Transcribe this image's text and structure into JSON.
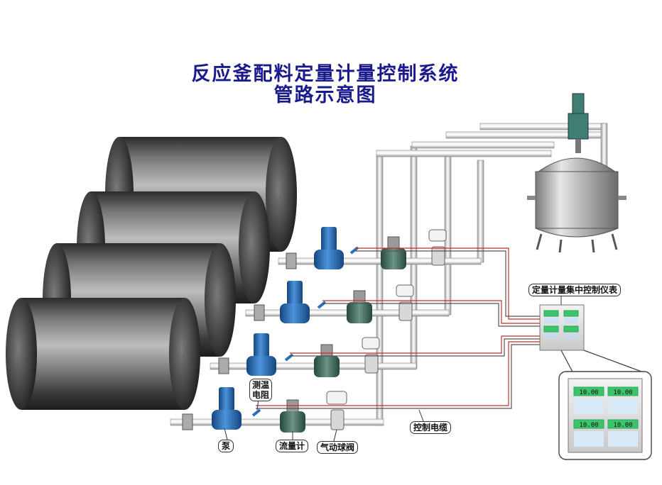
{
  "title": {
    "line1": "反应釜配料定量计量控制系统",
    "line2": "管路示意图"
  },
  "labels": {
    "controller": "定量计量集中控制仪表",
    "temp_sensor": "测温电阻",
    "pump": "泵",
    "flowmeter": "流量计",
    "ball_valve": "气动球阀",
    "cable": "控制电缆"
  },
  "display_value": "10.00",
  "colors": {
    "title": "#1a1a8c",
    "pump": "#2a6fb8",
    "flowmeter": "#3f6a5a",
    "cable_red": "#cc2b2b",
    "cable_dark": "#555555",
    "display": "#3cc36b"
  },
  "icons": [
    "tank-icon",
    "reactor-icon",
    "pump-icon",
    "flowmeter-icon",
    "ball-valve-icon",
    "controller-icon"
  ]
}
